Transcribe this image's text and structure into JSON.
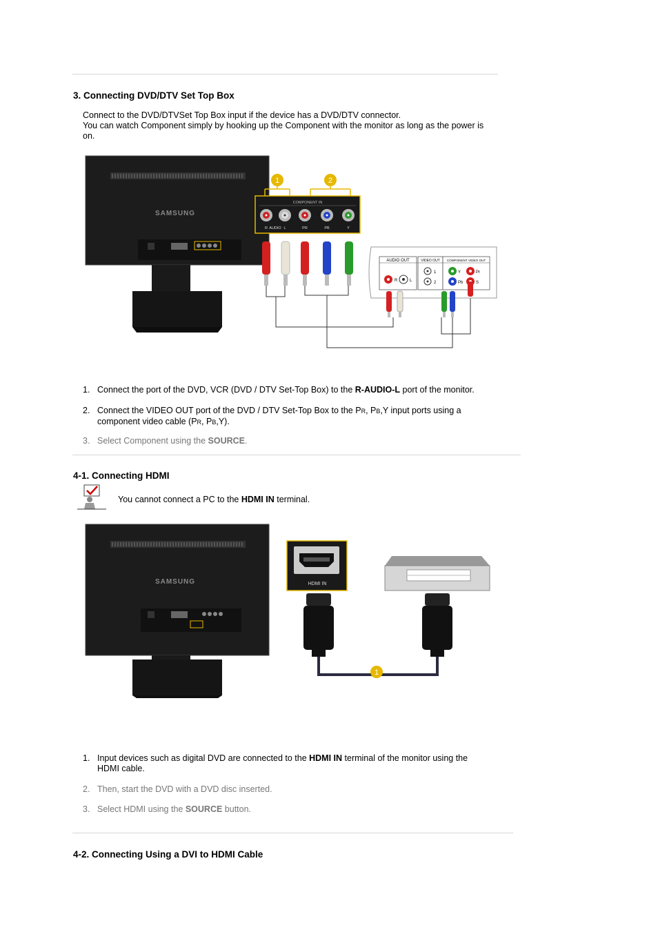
{
  "section3": {
    "heading": "3. Connecting DVD/DTV Set Top Box",
    "intro_line1": "Connect to the DVD/DTVSet Top Box input if the device has a DVD/DTV connector.",
    "intro_line2": "You can watch Component simply by hooking up the Component with the monitor as long as the power is",
    "intro_line3": "on.",
    "figure": {
      "brand": "SAMSUNG",
      "callout1": "1",
      "callout2": "2",
      "panel_title": "COMPONENT IN",
      "panel_labels": [
        "R",
        "AUDIO",
        "L",
        "PR",
        "PB",
        "Y"
      ],
      "device_audio_out": "AUDIO OUT",
      "device_video_out": "VIDEO OUT",
      "device_component_out": "COMPONENT VIDEO OUT",
      "device_r": "R",
      "device_l": "L",
      "device_1": "1",
      "device_2": "2",
      "device_y": "Y",
      "device_pr": "Pr",
      "device_pb": "Pb",
      "device_s": "S"
    },
    "steps": [
      {
        "num": "1.",
        "pre": "Connect the port of the DVD, VCR (DVD / DTV Set-Top Box) to the ",
        "bold": "R-AUDIO-L",
        "post": " port of the monitor."
      },
      {
        "num": "2.",
        "line1_pre": "Connect the VIDEO OUT port of the DVD / DTV Set-Top Box to the P",
        "sub_r": "R",
        "sep1": ", P",
        "sub_b": "B",
        "line1_post": ",Y input ports using a",
        "line2_pre": "component video cable (P",
        "line2_sep": ", P",
        "line2_post": ",Y)."
      },
      {
        "num": "3.",
        "pre": "Select Component using the ",
        "bold": "SOURCE",
        "post": "."
      }
    ]
  },
  "section41": {
    "heading": "4-1. Connecting HDMI",
    "note_pre": "You cannot connect a PC to the ",
    "note_bold": "HDMI IN",
    "note_post": " terminal.",
    "figure": {
      "brand": "SAMSUNG",
      "hdmi_label": "HDMI IN",
      "callout": "1"
    },
    "steps": [
      {
        "num": "1.",
        "pre": "Input devices such as digital DVD are connected to the ",
        "bold": "HDMI IN",
        "post": " terminal of the monitor using the",
        "line2": "HDMI cable."
      },
      {
        "num": "2.",
        "text": "Then, start the DVD with a DVD disc inserted."
      },
      {
        "num": "3.",
        "pre": "Select HDMI using the ",
        "bold": "SOURCE",
        "post": " button."
      }
    ]
  },
  "section42": {
    "heading": "4-2. Connecting Using a DVI to HDMI Cable"
  },
  "colors": {
    "rule": "#d6d6d6",
    "callout": "#e6b800",
    "monitor": "#1c1c1c",
    "cable_red": "#d42020",
    "cable_white": "#e8e4d6",
    "cable_blue": "#2343c8",
    "cable_green": "#2a9a2a",
    "muted_text": "#777777"
  }
}
